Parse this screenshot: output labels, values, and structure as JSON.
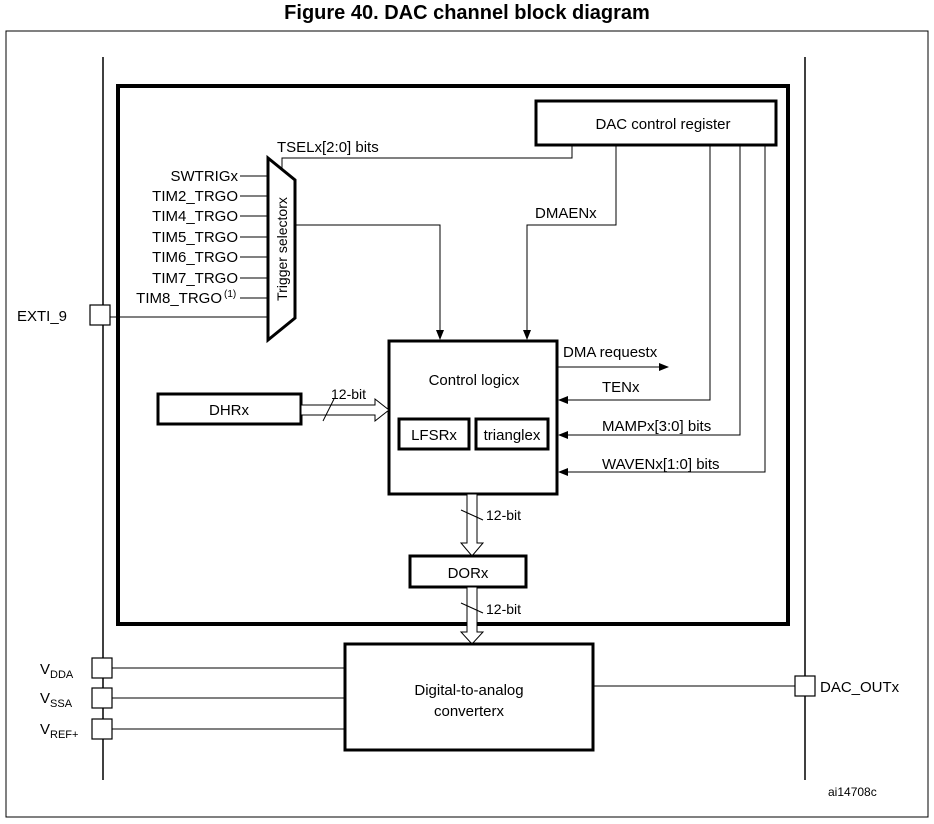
{
  "title": "Figure 40. DAC channel block diagram",
  "control_register": "DAC control register",
  "tsel": "TSELx[2:0] bits",
  "dmaen": "DMAENx",
  "trigger_selector": "Trigger selectorx",
  "trigger_inputs": [
    "SWTRIGx",
    "TIM2_TRGO",
    "TIM4_TRGO",
    "TIM5_TRGO",
    "TIM6_TRGO",
    "TIM7_TRGO",
    "TIM8_TRGO"
  ],
  "trigger_footnote": "(1)",
  "exti": "EXTI_9",
  "control_logic": "Control logicx",
  "dma_request": "DMA requestx",
  "ten": "TENx",
  "mamp": "MAMPx[3:0] bits",
  "wave": "WAVENx[1:0] bits",
  "lfsr": "LFSRx",
  "triangle": "trianglex",
  "dhr": "DHRx",
  "bus_width": "12-bit",
  "dor": "DORx",
  "dac_line1": "Digital-to-analog",
  "dac_line2": "converterx",
  "dac_out": "DAC_OUTx",
  "power_pins": [
    {
      "main": "V",
      "sub": "DDA"
    },
    {
      "main": "V",
      "sub": "SSA"
    },
    {
      "main": "V",
      "sub": "REF+"
    }
  ],
  "figure_id": "ai14708c"
}
